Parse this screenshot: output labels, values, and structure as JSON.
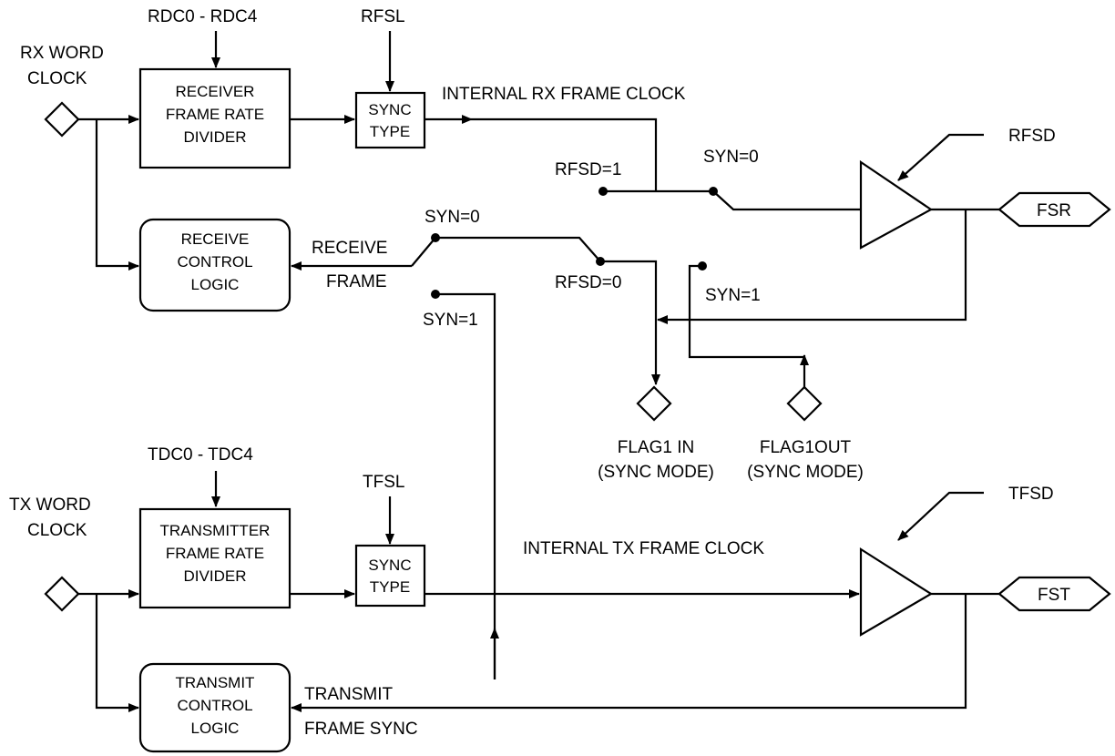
{
  "labels": {
    "rx_word_clock": [
      "RX WORD",
      "CLOCK"
    ],
    "rdc": "RDC0 - RDC4",
    "rfsl": "RFSL",
    "internal_rx": "INTERNAL RX FRAME CLOCK",
    "rfsd": "RFSD",
    "rfsd_1": "RFSD=1",
    "syn_0_top": "SYN=0",
    "syn_0_mid": "SYN=0",
    "receive_frame": [
      "RECEIVE",
      "FRAME"
    ],
    "rfsd_0": "RFSD=0",
    "syn_1_right": "SYN=1",
    "syn_1_left": "SYN=1",
    "flag1_in": [
      "FLAG1 IN",
      "(SYNC MODE)"
    ],
    "flag1_out": [
      "FLAG1OUT",
      "(SYNC MODE)"
    ],
    "tdc": "TDC0 - TDC4",
    "tfsl": "TFSL",
    "tx_word_clock": [
      "TX WORD",
      "CLOCK"
    ],
    "internal_tx": "INTERNAL TX FRAME CLOCK",
    "tfsd": "TFSD",
    "transmit_frame_sync": [
      "TRANSMIT",
      "FRAME SYNC"
    ]
  },
  "blocks": {
    "rx_divider": [
      "RECEIVER",
      "FRAME RATE",
      "DIVIDER"
    ],
    "rx_sync": [
      "SYNC",
      "TYPE"
    ],
    "rx_control": [
      "RECEIVE",
      "CONTROL",
      "LOGIC"
    ],
    "tx_divider": [
      "TRANSMITTER",
      "FRAME RATE",
      "DIVIDER"
    ],
    "tx_sync": [
      "SYNC",
      "TYPE"
    ],
    "tx_control": [
      "TRANSMIT",
      "CONTROL",
      "LOGIC"
    ]
  },
  "pins": {
    "fsr": "FSR",
    "fst": "FST"
  }
}
